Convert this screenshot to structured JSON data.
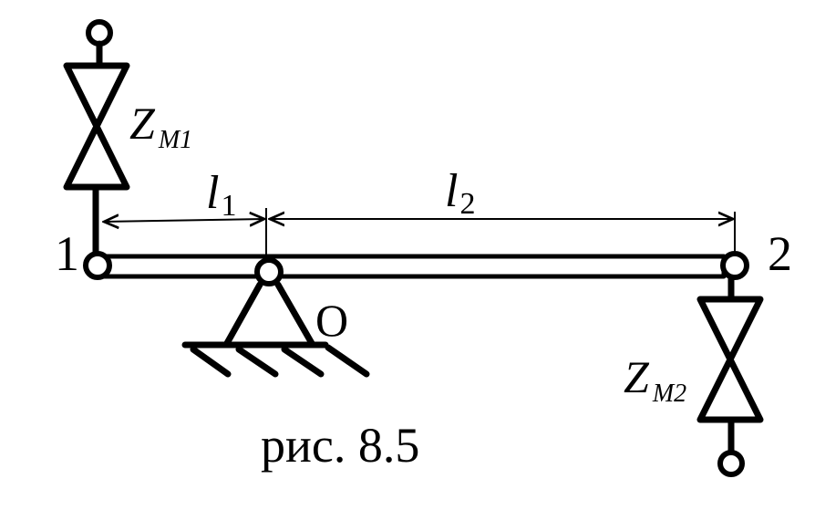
{
  "node_labels": {
    "left": "1",
    "right": "2",
    "pivot": "O"
  },
  "impedances": {
    "top": {
      "symbol": "Z",
      "subscript": "M1"
    },
    "bottom": {
      "symbol": "Z",
      "subscript": "M2"
    }
  },
  "dimensions": {
    "left": {
      "symbol": "l",
      "subscript": "1"
    },
    "right": {
      "symbol": "l",
      "subscript": "2"
    }
  },
  "caption": "рис. 8.5"
}
